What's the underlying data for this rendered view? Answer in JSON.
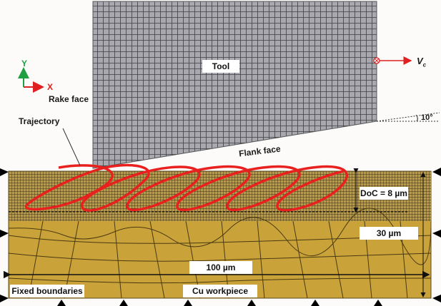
{
  "diagram": {
    "type": "FEM cutting model",
    "axes": {
      "x_label": "X",
      "y_label": "Y",
      "x_color": "#e02020",
      "y_color": "#1fa040"
    },
    "labels": {
      "tool": "Tool",
      "rake_face": "Rake face",
      "flank_face": "Flank face",
      "trajectory": "Trajectory",
      "velocity": "V",
      "velocity_sub": "c",
      "clearance_angle": "10°",
      "doc": "DoC = 8 µm",
      "depth_30": "30 µm",
      "width_100": "100 µm",
      "fixed_boundaries": "Fixed boundaries",
      "workpiece": "Cu workpiece"
    },
    "colors": {
      "tool_mesh": "#a8a8ae",
      "tool_lines": "#3c3c44",
      "workpiece": "#c9a23a",
      "workpiece_lines": "#4a3a10",
      "trajectory": "#e8201e",
      "background": "#fdfbfa"
    }
  }
}
